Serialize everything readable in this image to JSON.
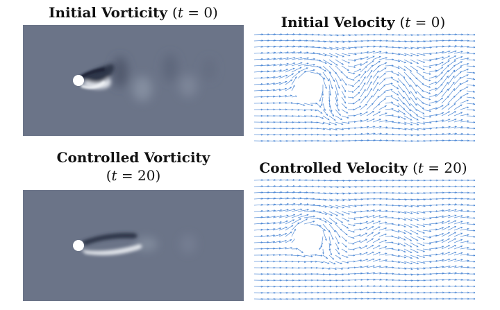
{
  "panels": {
    "top_left": {
      "title_bold": "Initial Vorticity",
      "title_math_open": "(",
      "title_math_var": "t",
      "title_math_rest": " = 0)"
    },
    "top_right": {
      "title_bold": "Initial Velocity",
      "title_math_open": "(",
      "title_math_var": "t",
      "title_math_rest": " = 0)"
    },
    "bottom_left": {
      "title_bold": "Controlled Vorticity",
      "title_math_open": "(",
      "title_math_var": "t",
      "title_math_rest": " = 20)"
    },
    "bottom_right": {
      "title_bold": "Controlled Velocity",
      "title_math_open": "(",
      "title_math_var": "t",
      "title_math_rest": " = 20)"
    }
  },
  "colors": {
    "vorticity_background": "#6b7488",
    "vector_color": "#4a86d4",
    "cylinder": "#ffffff"
  }
}
